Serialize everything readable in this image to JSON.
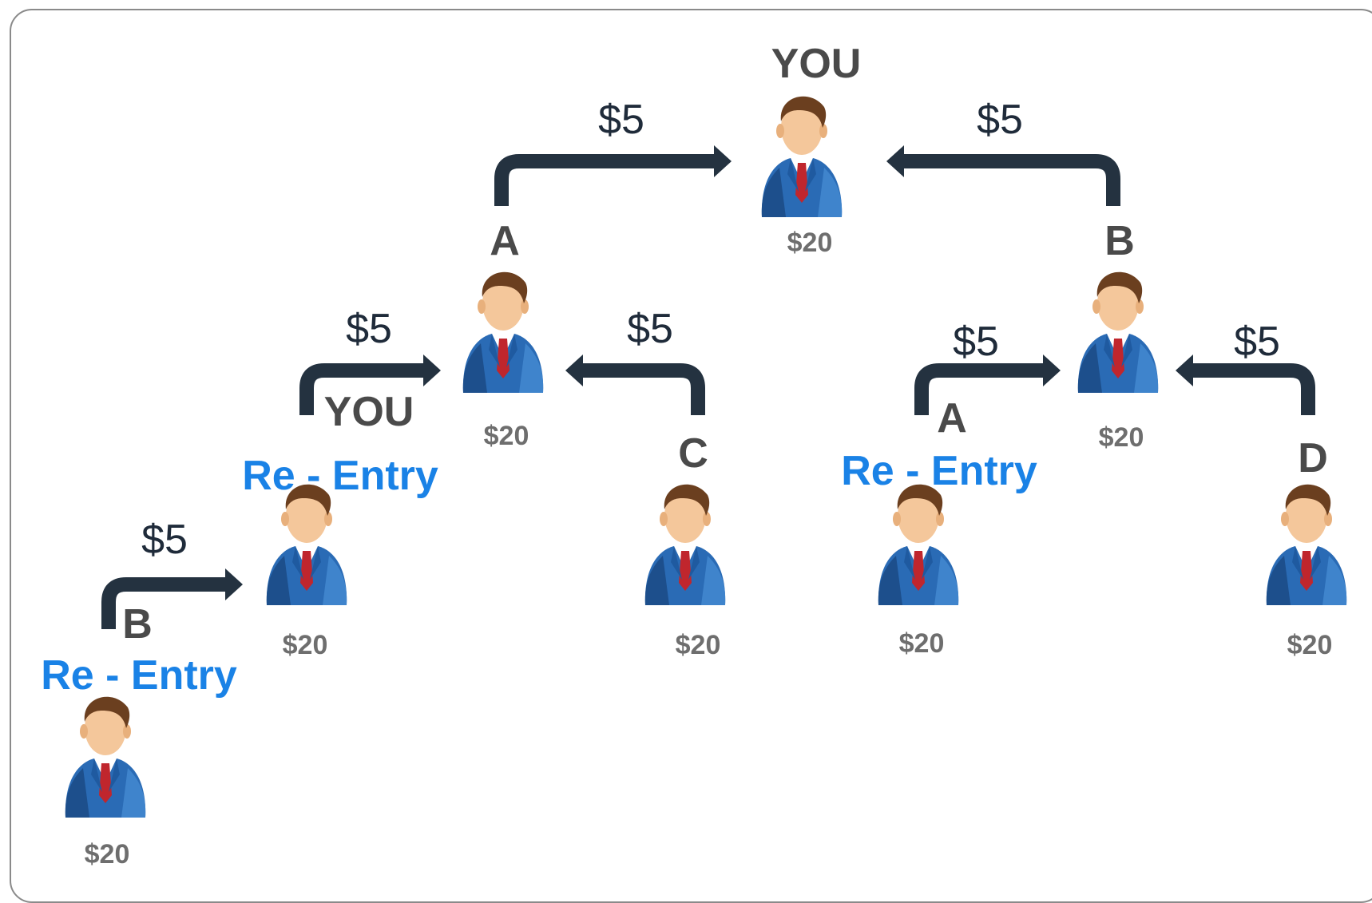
{
  "colors": {
    "arrow": "#243240",
    "reentry": "#1a82e6",
    "name": "#4a4a4a",
    "amount": "#6e6e6e",
    "suit": "#2a6bb5",
    "skin": "#f4c79b",
    "hair": "#6b3f1f",
    "tie": "#c0262d"
  },
  "icon": "person-icon",
  "persons": [
    {
      "id": "you-top",
      "amount": "$20"
    },
    {
      "id": "a-mid",
      "amount": "$20"
    },
    {
      "id": "b-mid",
      "amount": "$20"
    },
    {
      "id": "you-left",
      "amount": "$20"
    },
    {
      "id": "c-bottom",
      "amount": "$20"
    },
    {
      "id": "a-right",
      "amount": "$20"
    },
    {
      "id": "d-bottom",
      "amount": "$20"
    },
    {
      "id": "b-bottom-left",
      "amount": "$20"
    }
  ],
  "labels": {
    "you_top": "YOU",
    "a_mid": "A",
    "b_mid": "B",
    "you_left": "YOU",
    "c": "C",
    "a_right": "A",
    "d": "D",
    "b_left": "B"
  },
  "reentry": {
    "left_upper": "Re - Entry",
    "right": "Re - Entry",
    "left_lower": "Re - Entry"
  },
  "payments": [
    "$5",
    "$5",
    "$5",
    "$5",
    "$5",
    "$5",
    "$5"
  ]
}
